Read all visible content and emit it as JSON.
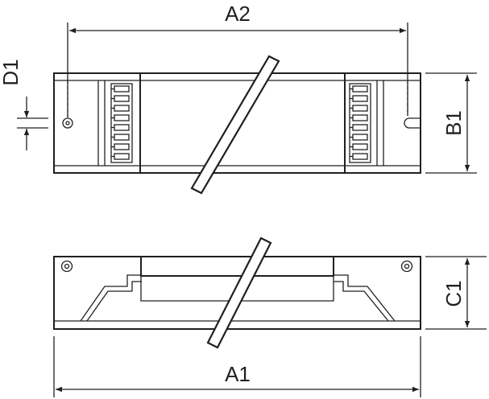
{
  "labels": {
    "a2": "A2",
    "d1": "D1",
    "b1": "B1",
    "c1": "C1",
    "a1": "A1"
  },
  "colors": {
    "line": "#231f20",
    "background": "#ffffff"
  }
}
